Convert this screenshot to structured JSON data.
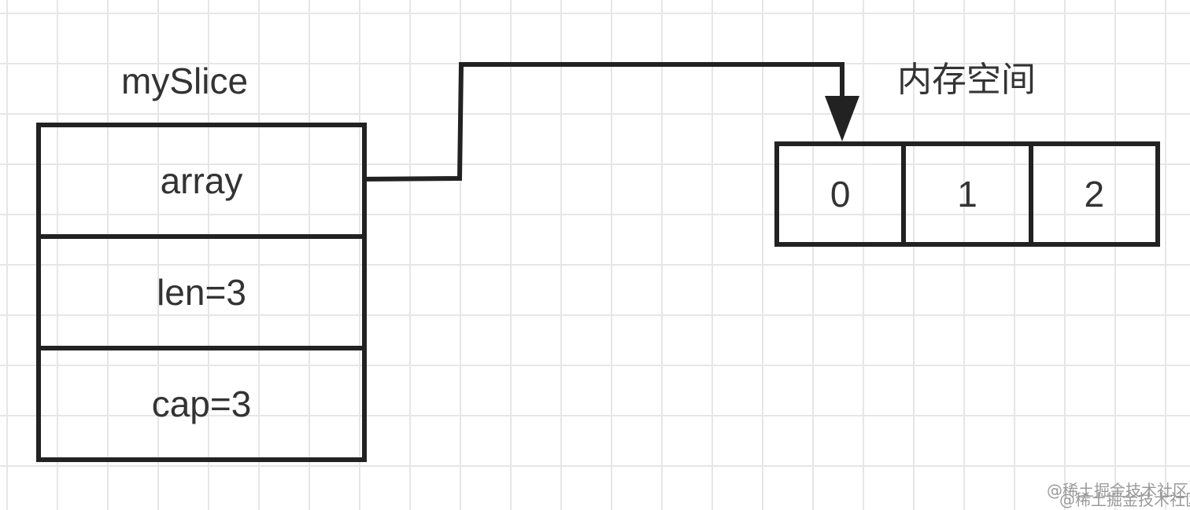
{
  "struct": {
    "name": "mySlice",
    "fields": [
      "array",
      "len=3",
      "cap=3"
    ]
  },
  "memory": {
    "label": "内存空间",
    "cells": [
      "0",
      "1",
      "2"
    ]
  },
  "pointer": {
    "from": "array",
    "to": "0"
  },
  "watermark": "@稀土掘金技术社区",
  "colors": {
    "stroke": "#222222",
    "text": "#333333",
    "grid": "#e6e6e6",
    "background": "#ffffff"
  }
}
